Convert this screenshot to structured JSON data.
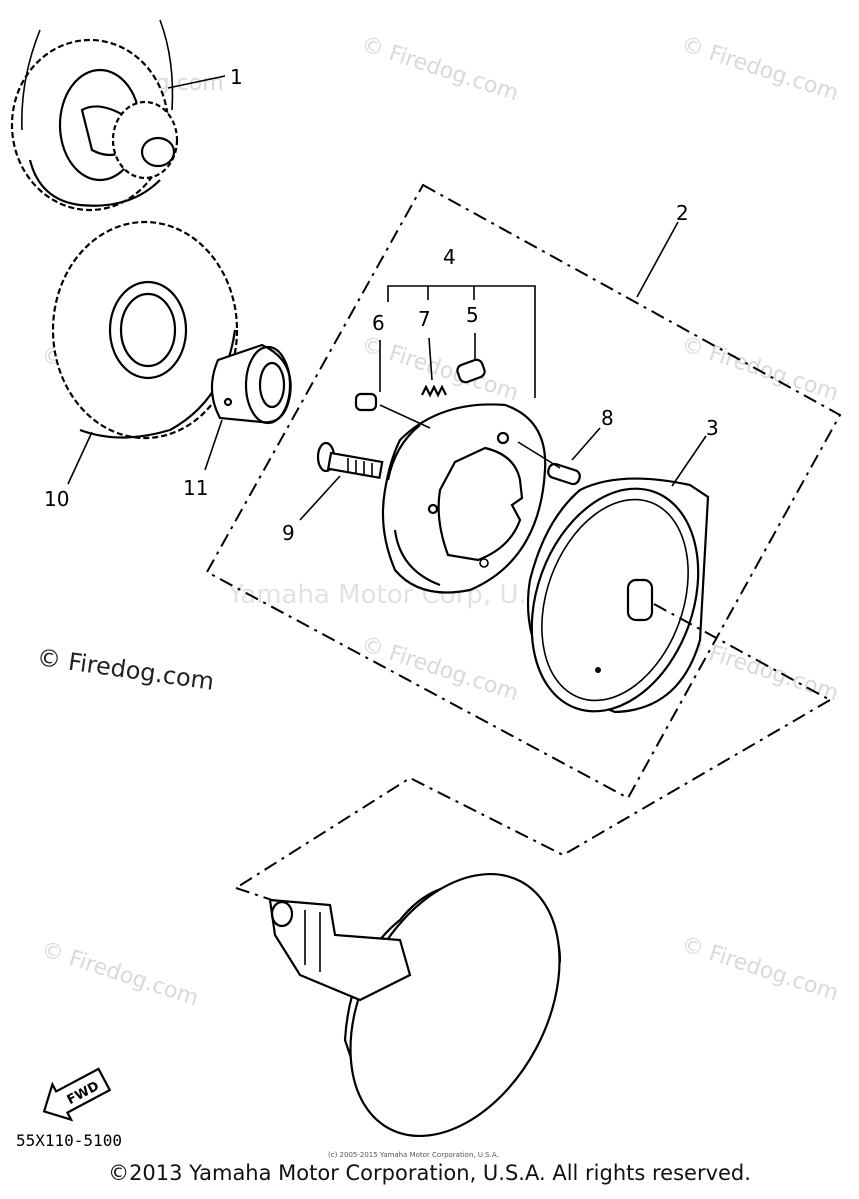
{
  "diagram": {
    "callouts": [
      "1",
      "2",
      "3",
      "4",
      "5",
      "6",
      "7",
      "8",
      "9",
      "10",
      "11"
    ],
    "watermarks": {
      "small": "© Firedog.com",
      "large": "© Firedog.com",
      "center": "Yamaha Motor Corp, U.S.A."
    },
    "reference_code": "55X110-5100",
    "fwd_label": "FWD",
    "tiny_copyright": "(c) 2005-2015 Yamaha Motor Corporation, U.S.A."
  },
  "footer": {
    "copyright": "©2013 Yamaha Motor Corporation, U.S.A. All rights reserved."
  }
}
